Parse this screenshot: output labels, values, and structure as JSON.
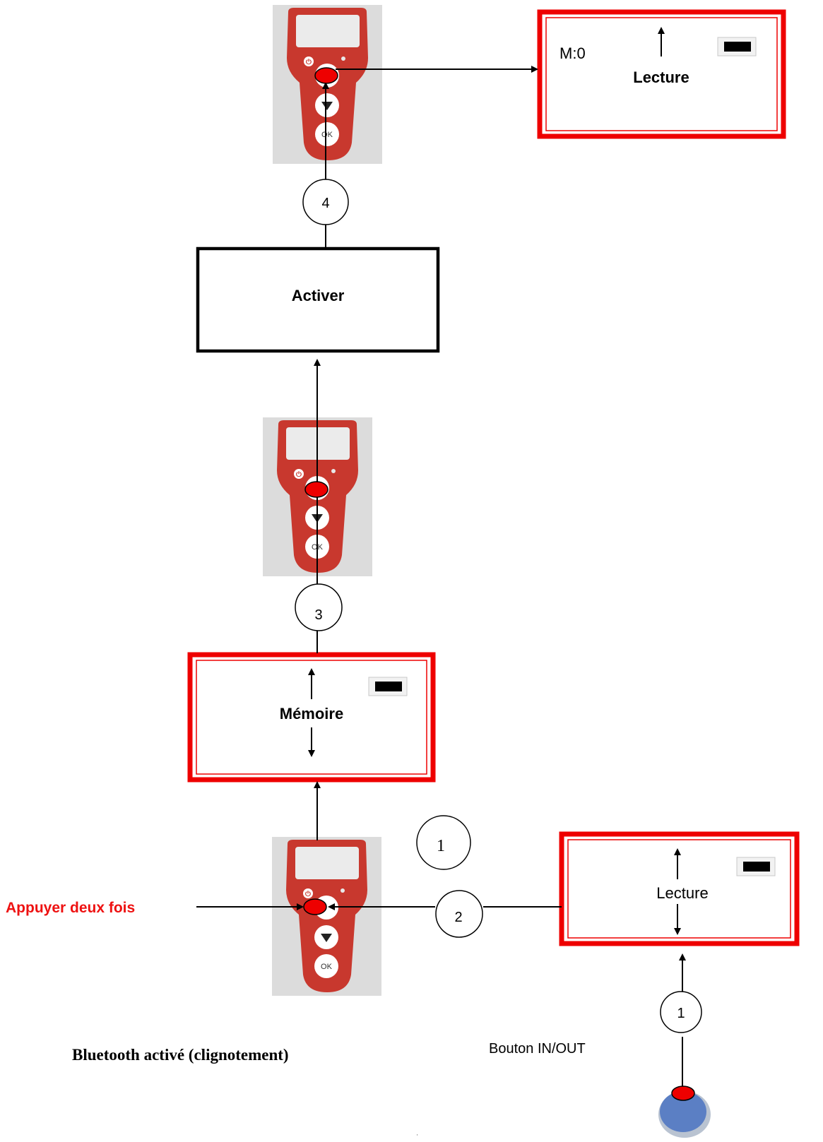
{
  "colors": {
    "device_red": "#c8382e",
    "frame_red": "#ee0000",
    "red_text": "#ee1111",
    "button_red": "#ee0000",
    "blue_button": "#5b7fc4",
    "photo_bg": "#dcdcdc"
  },
  "device": {
    "power_icon": "power-icon",
    "down_icon": "down-arrow-icon",
    "ok_label": "OK"
  },
  "display_top": {
    "memory_label": "M:0",
    "title": "Lecture"
  },
  "activate_box": {
    "label": "Activer"
  },
  "memory_box": {
    "label": "Mémoire"
  },
  "reading_box": {
    "label": "Lecture"
  },
  "steps": {
    "step4": "4",
    "step3": "3",
    "step1a": "1",
    "step2": "2",
    "step1b": "1"
  },
  "annotations": {
    "press_twice": "Appuyer deux fois",
    "bluetooth": "Bluetooth activé (clignotement)",
    "in_out": "Bouton IN/OUT"
  }
}
